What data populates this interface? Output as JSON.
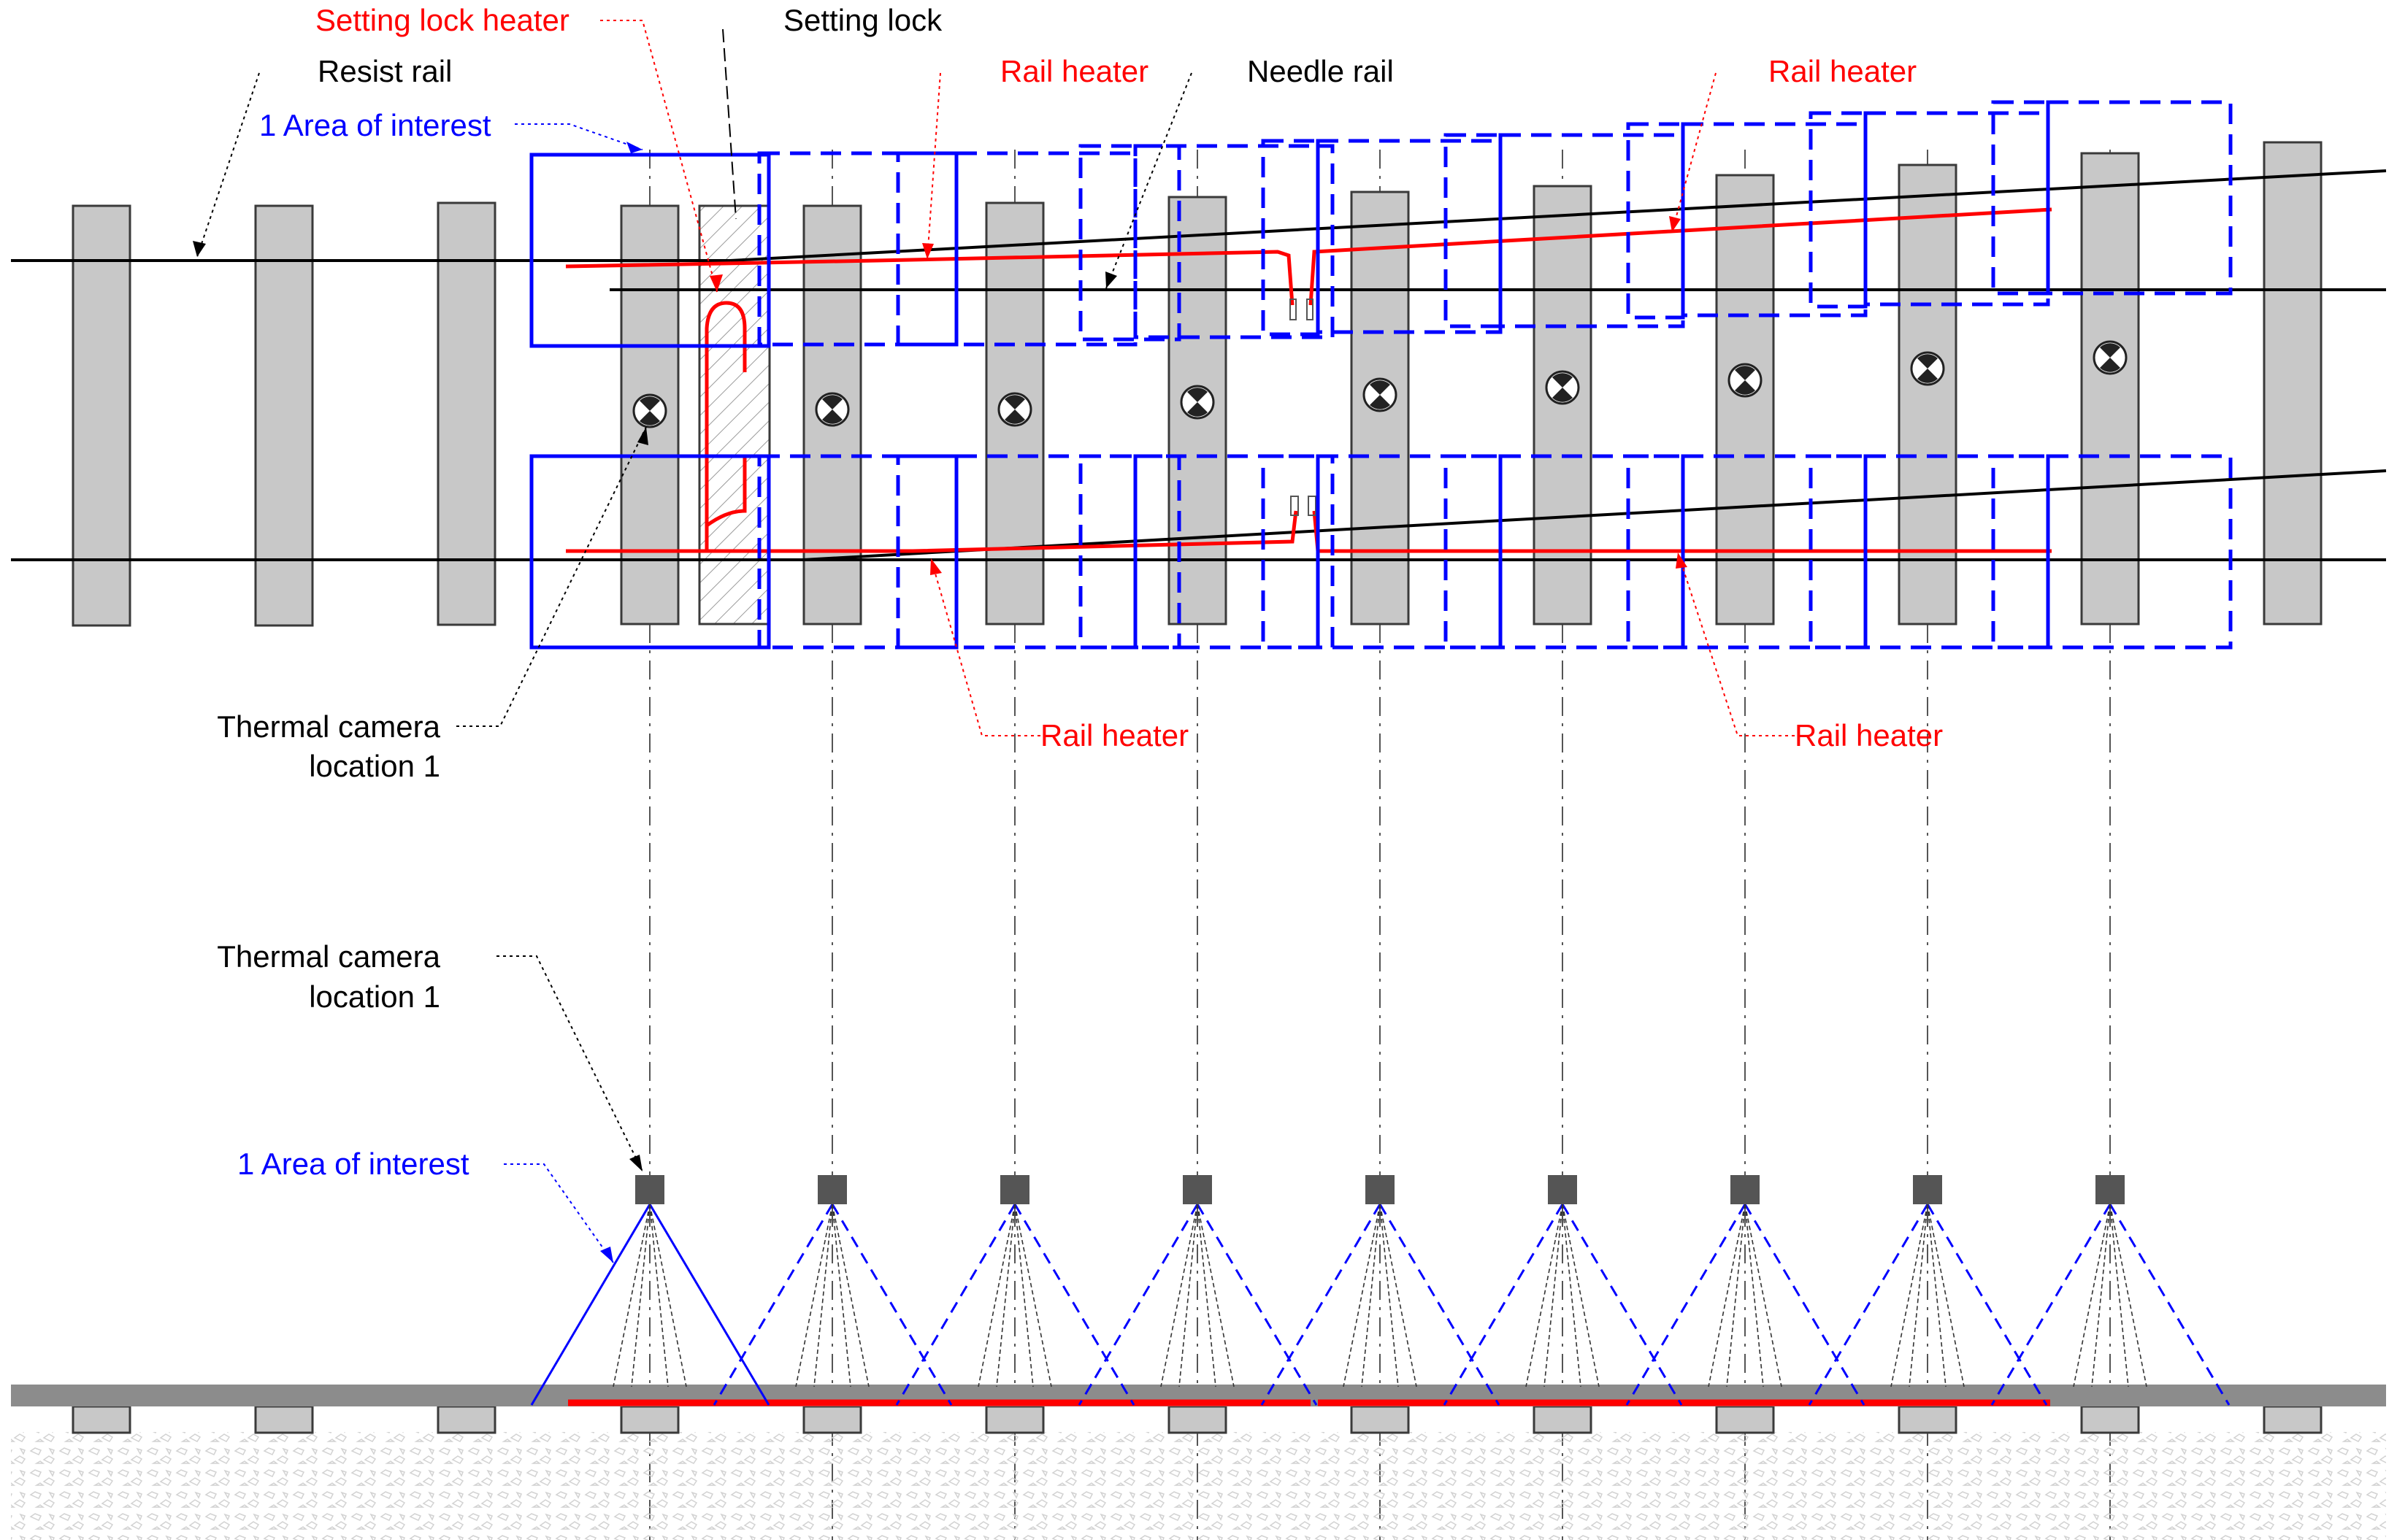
{
  "labels": {
    "setting_lock_heater": "Setting lock heater",
    "setting_lock": "Setting lock",
    "resist_rail": "Resist rail",
    "area_of_interest_top": "1 Area of interest",
    "rail_heater_top_left": "Rail heater",
    "needle_rail": "Needle rail",
    "rail_heater_top_right": "Rail heater",
    "rail_heater_bottom_left": "Rail heater",
    "rail_heater_bottom_right": "Rail heater",
    "thermal_camera_top_line1": "Thermal camera",
    "thermal_camera_top_line2": "location 1",
    "thermal_camera_bottom_line1": "Thermal camera",
    "thermal_camera_bottom_line2": "location 1",
    "area_of_interest_bottom": "1 Area of interest"
  },
  "colors": {
    "heater": "#ff0000",
    "area_of_interest": "#0000ff",
    "rail": "#000000",
    "sleeper_fill": "#c8c8c8",
    "camera": "#555555",
    "ground_rail": "#8c8c8c"
  },
  "icons": {
    "sensor": "sensor-target-icon",
    "camera": "thermal-camera-icon"
  }
}
